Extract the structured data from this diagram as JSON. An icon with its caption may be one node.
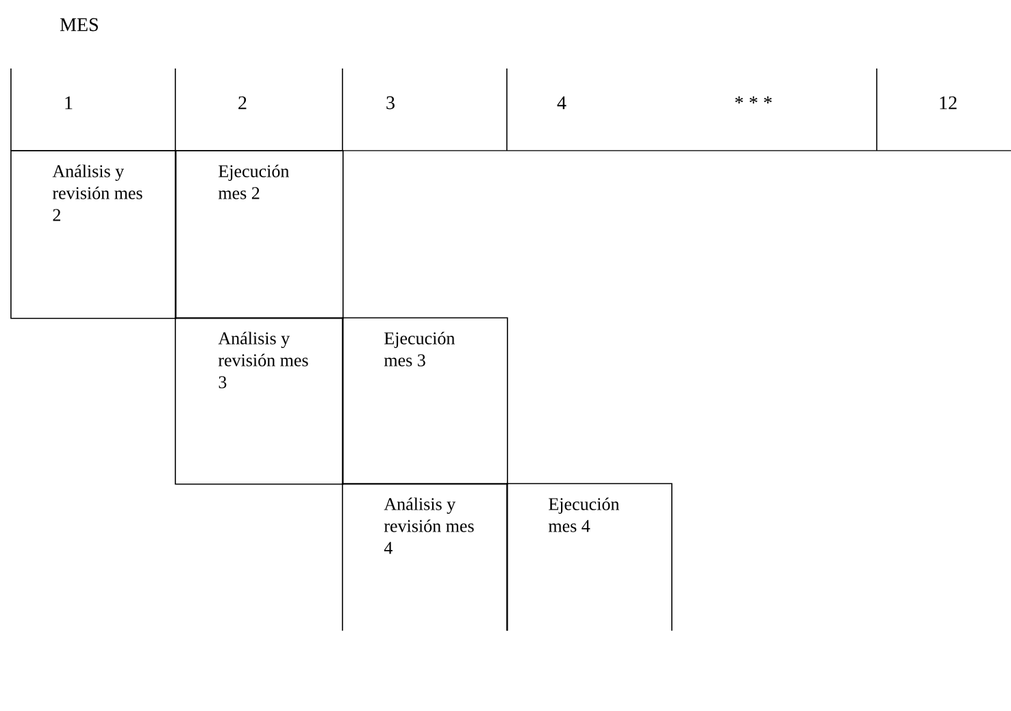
{
  "diagram": {
    "title": "MES",
    "nodes": [
      {
        "text": [
          "Análisis y revisión mes 2"
        ]
      },
      {
        "text": [
          "Ejecución mes 2"
        ]
      },
      {
        "text": [
          "Análisis y revisión mes 3"
        ]
      },
      {
        "text": [
          "Ejecución mes 3"
        ]
      },
      {
        "text": [
          "Análisis y revisión mes 4"
        ]
      },
      {
        "text": [
          "Ejecución mes 4"
        ]
      }
    ],
    "labels": [
      "1",
      "2",
      "3",
      "4",
      "* * *",
      "12"
    ]
  }
}
